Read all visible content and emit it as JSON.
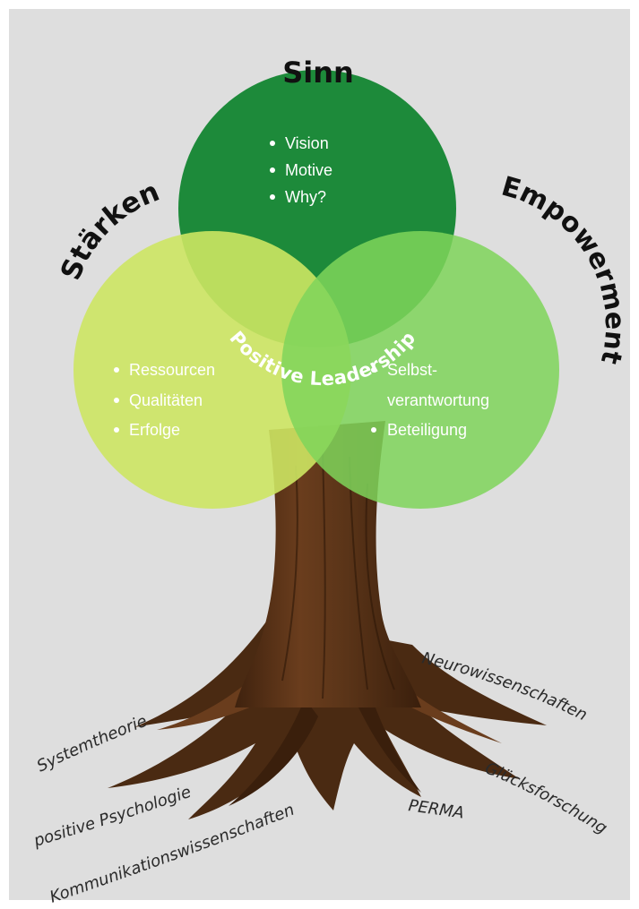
{
  "colors": {
    "background": "#dedede",
    "sinn_circle": "#1d8a3a",
    "staerken_circle": "#cde563",
    "empowerment_circle": "#7fd55a",
    "trunk": "#5a3418"
  },
  "circles": {
    "sinn": {
      "title": "Sinn",
      "items": [
        "Vision",
        "Motive",
        "Why?"
      ]
    },
    "staerken": {
      "title": "Stärken",
      "items": [
        "Ressourcen",
        "Qualitäten",
        "Erfolge"
      ]
    },
    "empowerment": {
      "title": "Empowerment",
      "items": [
        "Selbst-",
        "verantwortung",
        "Beteiligung"
      ]
    }
  },
  "center_label": "Positive Leadership",
  "roots": {
    "systemtheorie": "Systemtheorie",
    "positive_psychologie": "positive Psychologie",
    "kommunikation": "Kommunikationswissenschaften",
    "perma": "PERMA",
    "gluecksforschung": "Glücksforschung",
    "neurowissenschaften": "Neurowissenschaften"
  }
}
